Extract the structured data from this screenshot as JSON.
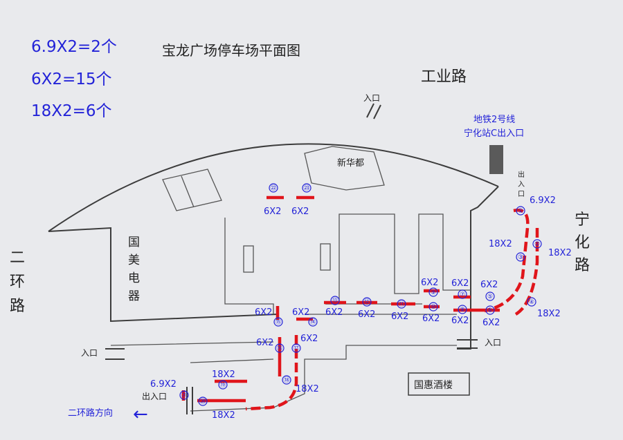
{
  "title": "宝龙广场停车场平面图",
  "legend": [
    "6.9X2=2个",
    "6X2=15个",
    "18X2=6个"
  ],
  "roads": {
    "north": "工业路",
    "east": "宁化路",
    "west": "二环路",
    "west_direction": "二环路方向",
    "direction_arrow": "←"
  },
  "entrances": {
    "top": "入口",
    "right": "入口",
    "left": "入口",
    "exit_right": "出入口",
    "bottom_left": "出入口"
  },
  "metro": "地铁2号线\n宁化站C出入口",
  "metro_lines": [
    "地铁2号线",
    "宁化站C出入口"
  ],
  "buildings": {
    "xinhua": "新华都",
    "guomei": "国美电器",
    "guomei_chars": [
      "国",
      "美",
      "电",
      "器"
    ],
    "guohui": "国惠酒楼"
  },
  "zones": [
    {
      "id": "1",
      "num": "①",
      "label": "6.9X2"
    },
    {
      "id": "2",
      "num": "②",
      "label": "18X2"
    },
    {
      "id": "3",
      "num": "③",
      "label": "18X2"
    },
    {
      "id": "4",
      "num": "④",
      "label": "18X2"
    },
    {
      "id": "5",
      "num": "⑤",
      "label": "6X2"
    },
    {
      "id": "6",
      "num": "⑥",
      "label": "6X2"
    },
    {
      "id": "7",
      "num": "⑦",
      "label": "6X2"
    },
    {
      "id": "8",
      "num": "⑧",
      "label": "6X2"
    },
    {
      "id": "9",
      "num": "⑨",
      "label": "6X2"
    },
    {
      "id": "10",
      "num": "⑩",
      "label": "6X2"
    },
    {
      "id": "11",
      "num": "⑪",
      "label": "6X2"
    },
    {
      "id": "12",
      "num": "⑫",
      "label": "6X2"
    },
    {
      "id": "13",
      "num": "⑬",
      "label": "6X2"
    },
    {
      "id": "14",
      "num": "⑭",
      "label": "6X2"
    },
    {
      "id": "15",
      "num": "⑮",
      "label": "6X2"
    },
    {
      "id": "16",
      "num": "⑯",
      "label": "6X2"
    },
    {
      "id": "17",
      "num": "⑰",
      "label": "6X2"
    },
    {
      "id": "18",
      "num": "⑱",
      "label": "18X2"
    },
    {
      "id": "19",
      "num": "⑲",
      "label": "18X2"
    },
    {
      "id": "20",
      "num": "⑳",
      "label": "18X2"
    },
    {
      "id": "21",
      "num": "㉑",
      "label": "6.9X2"
    },
    {
      "id": "22",
      "num": "㉒",
      "label": "6X2"
    },
    {
      "id": "23",
      "num": "㉓",
      "label": "6X2"
    }
  ],
  "colors": {
    "accent_blue": "#2323d8",
    "parking_red": "#e0151b",
    "plan_line": "#3c3c3c"
  }
}
